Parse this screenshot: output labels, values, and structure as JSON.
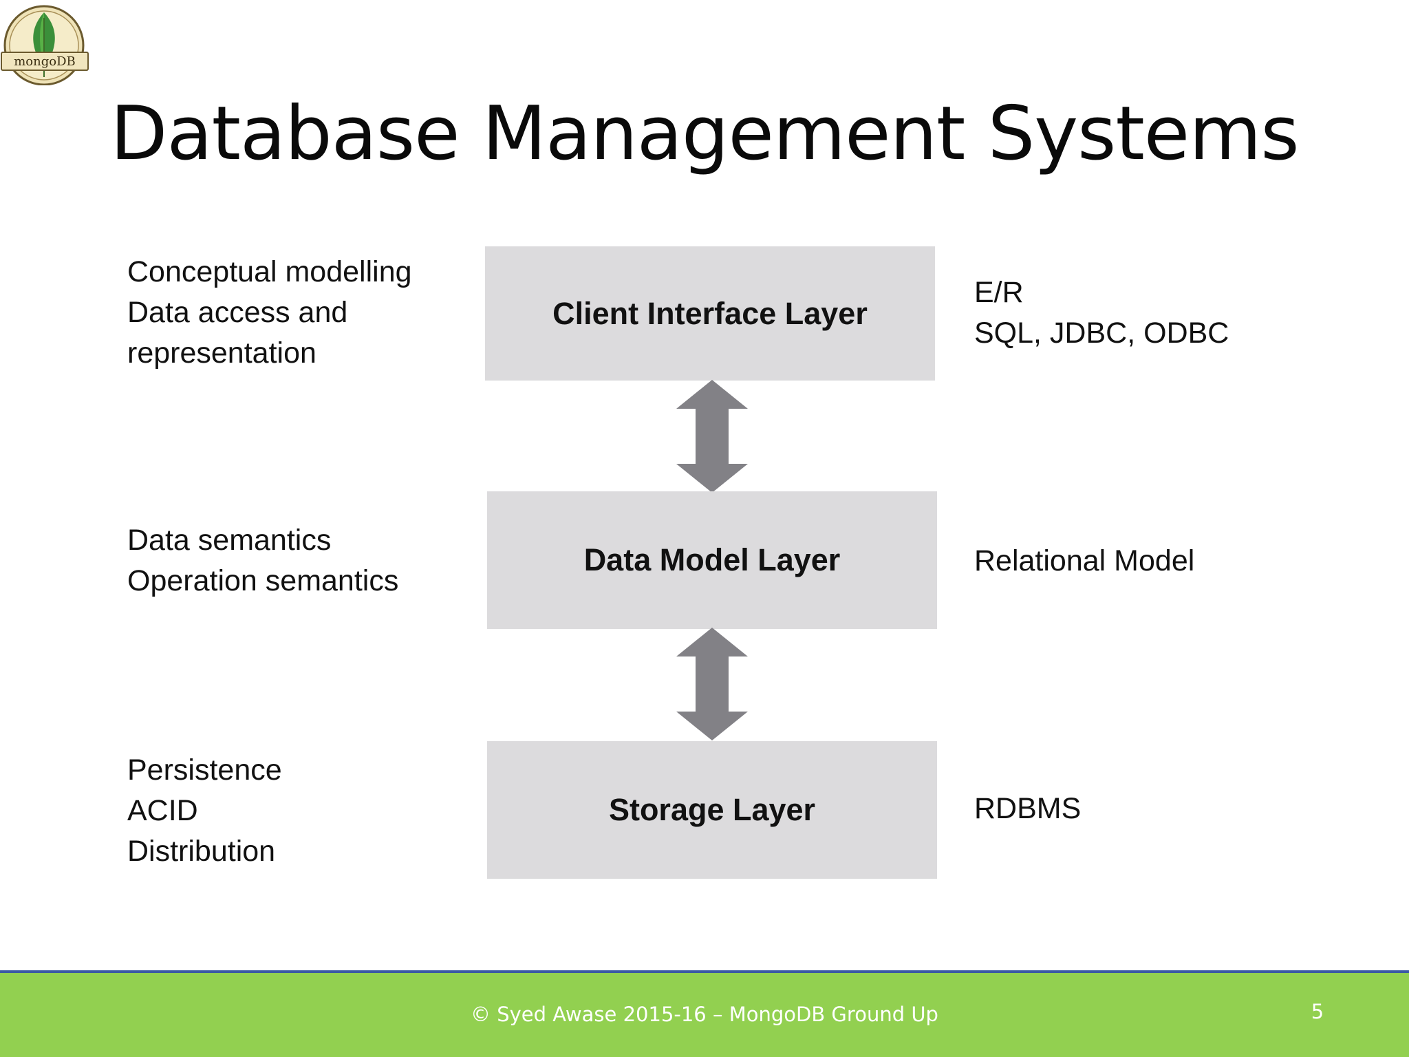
{
  "slide": {
    "title": "Database Management Systems",
    "logo_text": "mongoDB"
  },
  "diagram": {
    "layers": [
      {
        "label": "Client Interface Layer",
        "left_notes": [
          "Conceptual modelling",
          "Data access and",
          "representation"
        ],
        "right_notes": [
          "E/R",
          "SQL, JDBC, ODBC"
        ]
      },
      {
        "label": "Data Model Layer",
        "left_notes": [
          "Data semantics",
          "Operation semantics"
        ],
        "right_notes": [
          "Relational Model"
        ]
      },
      {
        "label": "Storage Layer",
        "left_notes": [
          "Persistence",
          "ACID",
          "Distribution"
        ],
        "right_notes": [
          "RDBMS"
        ]
      }
    ],
    "colors": {
      "box_fill": "#dcdbdd",
      "arrow_fill": "#828186"
    }
  },
  "footer": {
    "text": "© Syed Awase 2015-16 – MongoDB Ground Up",
    "page_number": "5",
    "background": "#92d050",
    "border": "#3b5aa3"
  }
}
